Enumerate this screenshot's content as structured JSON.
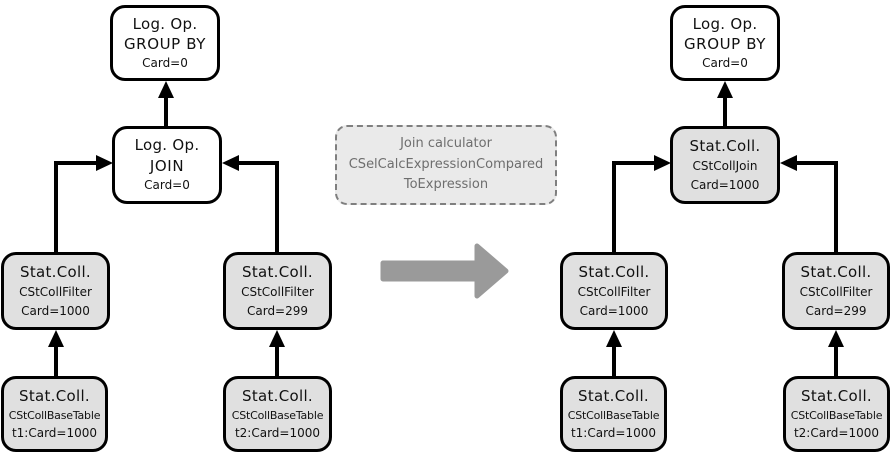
{
  "colors": {
    "node_border": "#000000",
    "white_node_fill": "#ffffff",
    "gray_node_fill": "#e0e0e0",
    "edge_color": "#000000",
    "note_fill": "#eaeaea",
    "note_border": "#7f7f7f",
    "note_text": "#6e6e6e",
    "transform_arrow": "#9a9a9a"
  },
  "note": {
    "line1": "Join calculator",
    "line2": "CSelCalcExpressionCompared",
    "line3": "ToExpression"
  },
  "left": {
    "groupby": {
      "l1": "Log. Op.",
      "l2": "GROUP BY",
      "l3": "Card=0"
    },
    "join": {
      "l1": "Log. Op.",
      "l2": "JOIN",
      "l3": "Card=0"
    },
    "filter1": {
      "l1": "Stat.Coll.",
      "l2": "CStCollFilter",
      "l3": "Card=1000"
    },
    "filter2": {
      "l1": "Stat.Coll.",
      "l2": "CStCollFilter",
      "l3": "Card=299"
    },
    "base1": {
      "l1": "Stat.Coll.",
      "l2": "CStCollBaseTable",
      "l3": "t1:Card=1000"
    },
    "base2": {
      "l1": "Stat.Coll.",
      "l2": "CStCollBaseTable",
      "l3": "t2:Card=1000"
    }
  },
  "right": {
    "groupby": {
      "l1": "Log. Op.",
      "l2": "GROUP BY",
      "l3": "Card=0"
    },
    "join": {
      "l1": "Stat.Coll.",
      "l2": "CStCollJoin",
      "l3": "Card=1000"
    },
    "filter1": {
      "l1": "Stat.Coll.",
      "l2": "CStCollFilter",
      "l3": "Card=1000"
    },
    "filter2": {
      "l1": "Stat.Coll.",
      "l2": "CStCollFilter",
      "l3": "Card=299"
    },
    "base1": {
      "l1": "Stat.Coll.",
      "l2": "CStCollBaseTable",
      "l3": "t1:Card=1000"
    },
    "base2": {
      "l1": "Stat.Coll.",
      "l2": "CStCollBaseTable",
      "l3": "t2:Card=1000"
    }
  }
}
